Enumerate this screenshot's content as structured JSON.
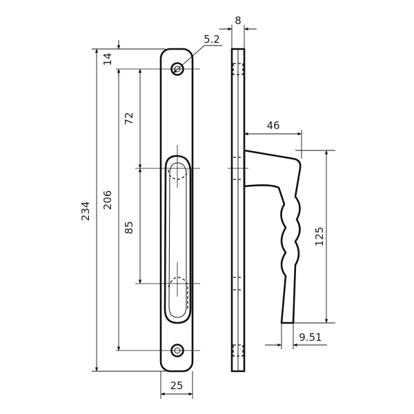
{
  "dimensions": {
    "top_thickness": "8",
    "screw_hole": "5.2",
    "top_offset": "14",
    "overall_length": "234",
    "screw_spacing": "206",
    "upper_segment": "72",
    "lower_segment": "85",
    "handle_projection": "46",
    "handle_length": "125",
    "handle_tip_width": "9.51",
    "plate_width": "25"
  }
}
